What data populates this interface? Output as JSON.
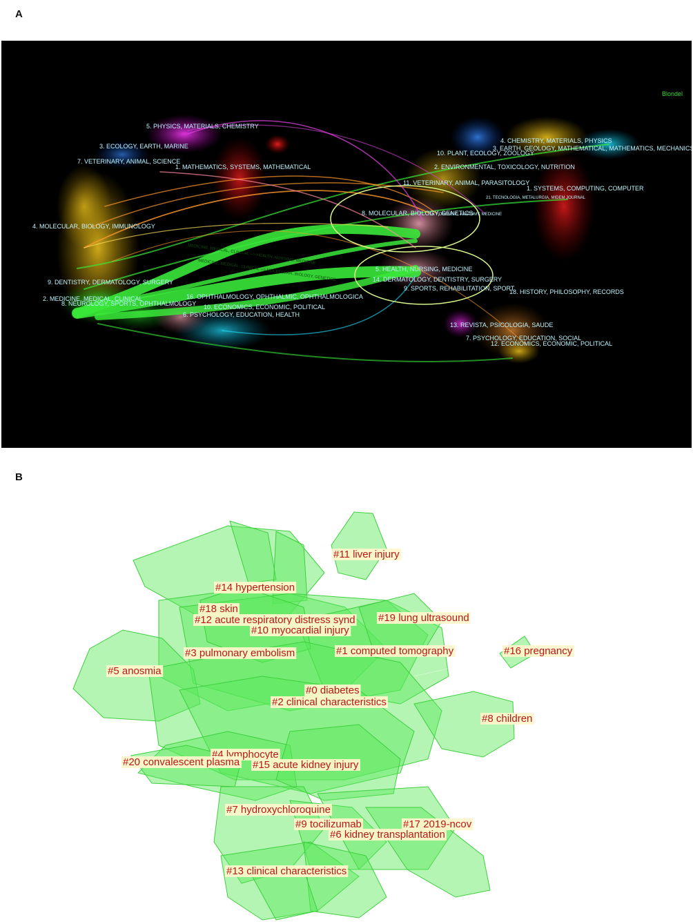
{
  "panel_a": {
    "letter": "A",
    "brand": "Blondel",
    "left_labels": [
      "5. PHYSICS, MATERIALS, CHEMISTRY",
      "3. ECOLOGY, EARTH, MARINE",
      "7. VETERINARY, ANIMAL, SCIENCE",
      "1. MATHEMATICS, SYSTEMS, MATHEMATICAL",
      "4. MOLECULAR, BIOLOGY, IMMUNOLOGY",
      "9. DENTISTRY, DERMATOLOGY, SURGERY",
      "2. MEDICINE, MEDICAL, CLINICAL",
      "8. NEUROLOGY, SPORTS, OPHTHALMOLOGY",
      "16. OPHTHALMOLOGY, OPHTHALMIC, OPHTHALMOLOGICA",
      "10. ECONOMICS, ECONOMIC, POLITICAL",
      "6. PSYCHOLOGY, EDUCATION, HEALTH"
    ],
    "right_labels": [
      "4. CHEMISTRY, MATERIALS, PHYSICS",
      "3. EARTH, GEOLOGY, MATHEMATICAL, MATHEMATICS, MECHANICS",
      "10. PLANT, ECOLOGY, ZOOLOGY",
      "2. ENVIRONMENTAL, TOXICOLOGY, NUTRITION",
      "11. VETERINARY, ANIMAL, PARASITOLOGY",
      "1. SYSTEMS, COMPUTING, COMPUTER",
      "21. TECNOLOGIA, METALURGIA, MIDEM JOURNAL",
      "8. MOLECULAR, BIOLOGY, GENETICS",
      "19. FORENSIC, ANATOMY, MEDICINE",
      "5. HEALTH, NURSING, MEDICINE",
      "14. DERMATOLOGY, DENTISTRY, SURGERY",
      "9. SPORTS, REHABILITATION, SPORT",
      "18. HISTORY, PHILOSOPHY, RECORDS",
      "13. REVISTA, PSICOLOGIA, SAUDE",
      "7. PSYCHOLOGY, EDUCATION, SOCIAL",
      "12. ECONOMICS, ECONOMIC, POLITICAL"
    ],
    "flow_labels": [
      "MEDICINE, MEDICAL, CLINICAL --> HEALTH, NURSING, MEDICINE",
      "MEDICINE, MEDICAL, CLINICAL --> MOLECULAR, BIOLOGY, GENETICS"
    ]
  },
  "panel_b": {
    "letter": "B",
    "clusters": [
      "#11 liver injury",
      "#14 hypertension",
      "#18 skin",
      "#12 acute respiratory distress synd",
      "#19 lung ultrasound",
      "#10 myocardial injury",
      "#3 pulmonary embolism",
      "#1 computed tomography",
      "#16 pregnancy",
      "#5 anosmia",
      "#0 diabetes",
      "#2 clinical characteristics",
      "#8 children",
      "#4 lymphocyte",
      "#20 convalescent plasma",
      "#15 acute kidney injury",
      "#7 hydroxychloroquine",
      "#9 tocilizumab",
      "#17 2019-ncov",
      "#6 kidney transplantation",
      "#13 clinical characteristics"
    ]
  }
}
